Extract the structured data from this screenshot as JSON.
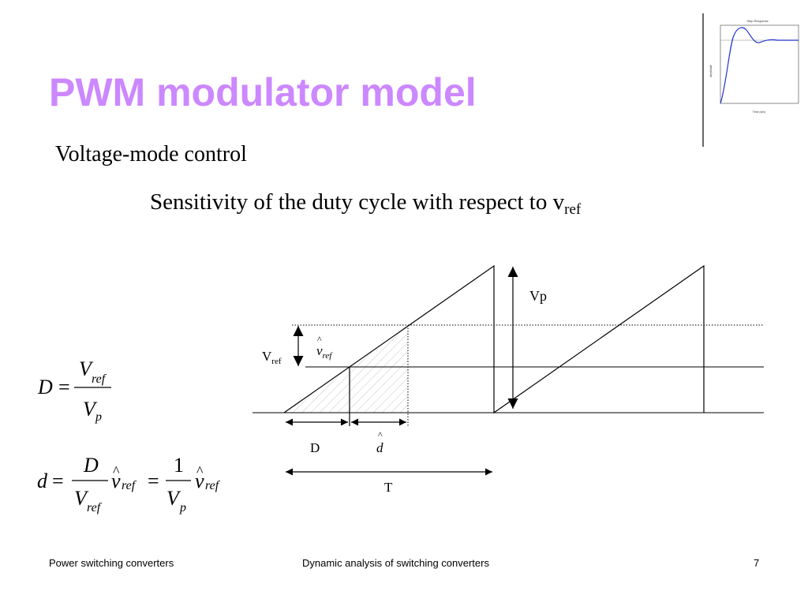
{
  "slide": {
    "title": "PWM modulator model",
    "subtitle": "Voltage-mode control",
    "sensitivity_text": "Sensitivity of the duty cycle with respect to v",
    "sensitivity_sub": "ref"
  },
  "diagram": {
    "vp_label": "Vp",
    "vref_label": "V",
    "vref_sub": "ref",
    "vref_hat_label": "v",
    "vref_hat_sub": "ref",
    "d_upper_label": "D",
    "d_hat_label": "d",
    "t_label": "T",
    "hat_mark": "^"
  },
  "formulas": {
    "D": "D",
    "eq": "=",
    "V": "V",
    "ref": "ref",
    "p": "p",
    "d": "d",
    "v": "v",
    "one": "1",
    "hat": "^"
  },
  "thumbnail": {
    "title": "Step Response",
    "xlabel": "Time (sec)",
    "ylabel": "Amplitude"
  },
  "footer": {
    "left": "Power switching converters",
    "center": "Dynamic analysis of switching converters",
    "page": "7"
  },
  "colors": {
    "title": "#cc88ff",
    "thumbnail_curve": "#2233cc"
  }
}
